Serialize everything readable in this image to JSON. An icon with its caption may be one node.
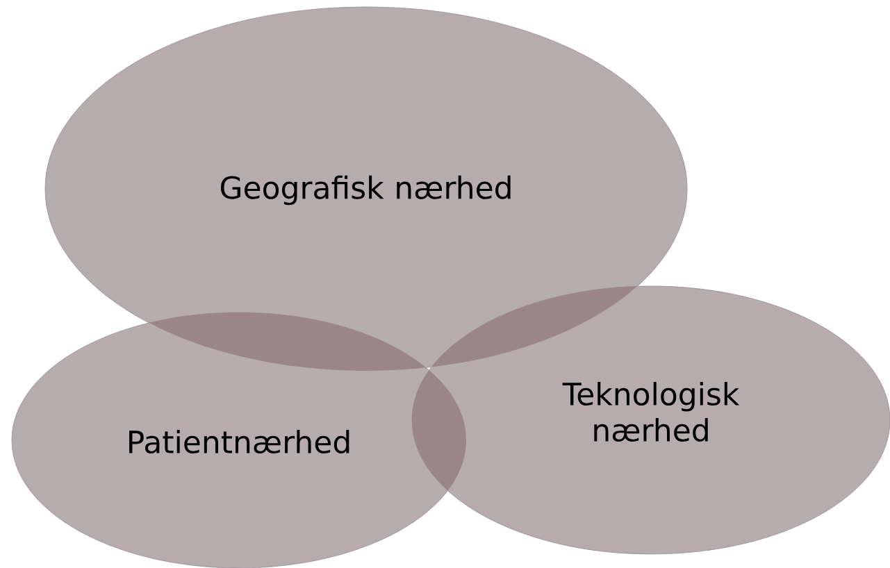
{
  "diagram": {
    "nodes": [
      {
        "text": [
          "Geografisk nærhed"
        ]
      },
      {
        "text": [
          "Patientnærhed"
        ]
      },
      {
        "text": [
          "Teknologisk nærhed"
        ]
      }
    ]
  }
}
